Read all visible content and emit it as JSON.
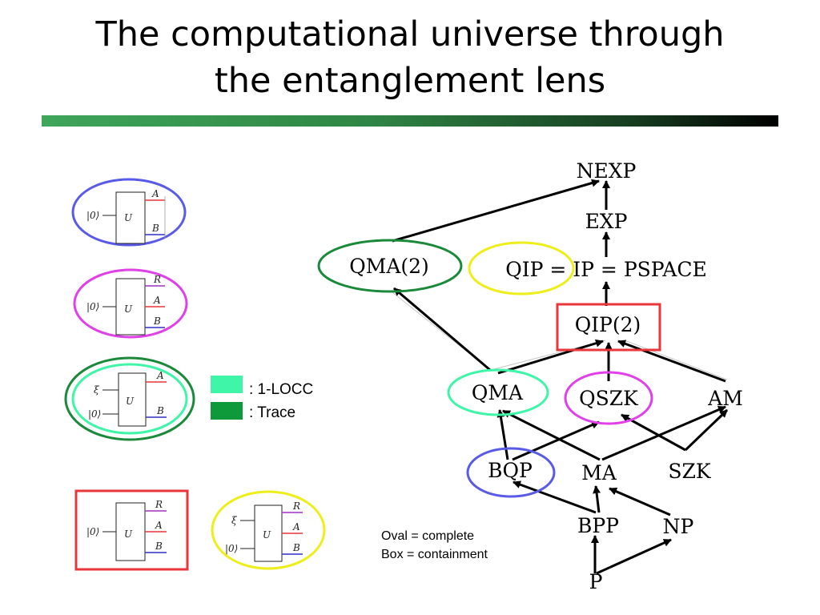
{
  "title": {
    "line1": "The computational universe through",
    "line2": "the entanglement lens"
  },
  "legend": {
    "items": [
      {
        "label": ": 1-LOCC",
        "color": "#3ff5a8"
      },
      {
        "label": ": Trace",
        "color": "#0e9a3a"
      }
    ]
  },
  "notes": {
    "oval": "Oval = complete",
    "box": "Box = containment"
  },
  "circuits": {
    "ket0": "|0⟩",
    "xi": "ξ",
    "gate": "U",
    "wire_a": "A",
    "wire_b": "B",
    "wire_r": "R"
  },
  "classes": {
    "nexp": "NEXP",
    "exp": "EXP",
    "qma2": "QMA(2)",
    "qip_ip_pspace": "QIP = IP = PSPACE",
    "qip2": "QIP(2)",
    "qma": "QMA",
    "qszk": "QSZK",
    "am": "AM",
    "bqp": "BQP",
    "ma": "MA",
    "szk": "SZK",
    "bpp": "BPP",
    "np": "NP",
    "p": "P"
  },
  "colors": {
    "blue": "#5a5ae8",
    "magenta": "#e040e8",
    "green": "#1a8a3a",
    "mint": "#3ff5a8",
    "red": "#e8363a",
    "yellow": "#eeee1a"
  }
}
